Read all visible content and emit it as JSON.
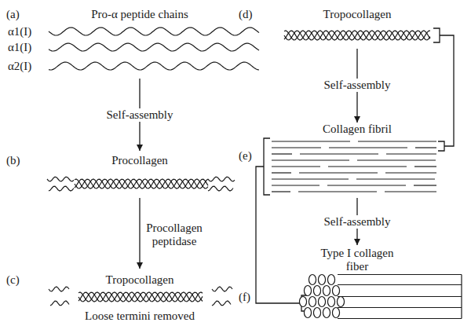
{
  "diagram": {
    "labels": [
      "(a)",
      "Pro-α peptide chains",
      "α1(I)",
      "α1(I)",
      "α2(I)",
      "Self-assembly",
      "(b)",
      "Procollagen",
      "Procollagen peptidase",
      "(c)",
      "Tropocollagen",
      "Loose termini removed",
      "(d)",
      "Tropocollagen",
      "Self-assembly",
      "Collagen fibril",
      "(e)",
      "Self-assembly",
      "Type I collagen fiber",
      "(f)"
    ]
  }
}
